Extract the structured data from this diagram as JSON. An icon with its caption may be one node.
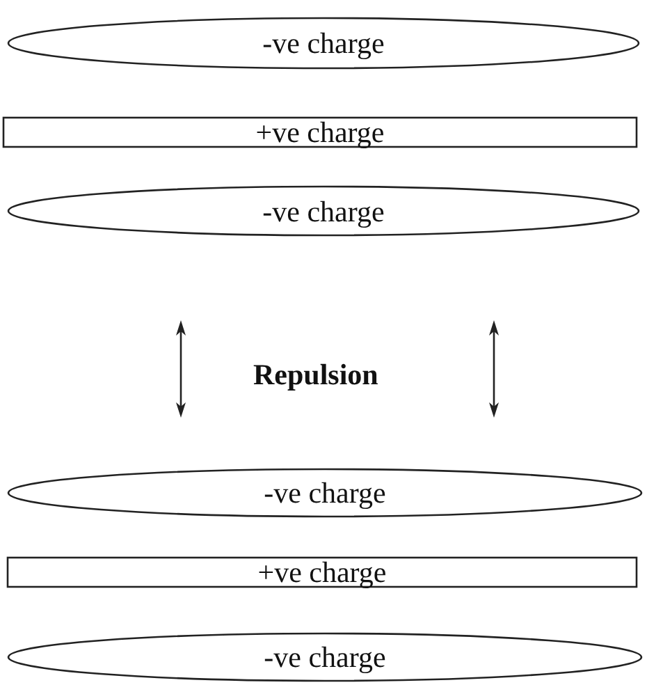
{
  "diagram": {
    "nodes": [
      {
        "text": [
          "-ve charge"
        ]
      },
      {
        "text": [
          "+ve charge"
        ]
      },
      {
        "text": [
          "-ve charge"
        ]
      },
      {
        "text": [
          "-ve charge"
        ]
      },
      {
        "text": [
          "+ve charge"
        ]
      },
      {
        "text": [
          "-ve charge"
        ]
      }
    ],
    "edges": [],
    "labels": [
      "Repulsion"
    ]
  }
}
